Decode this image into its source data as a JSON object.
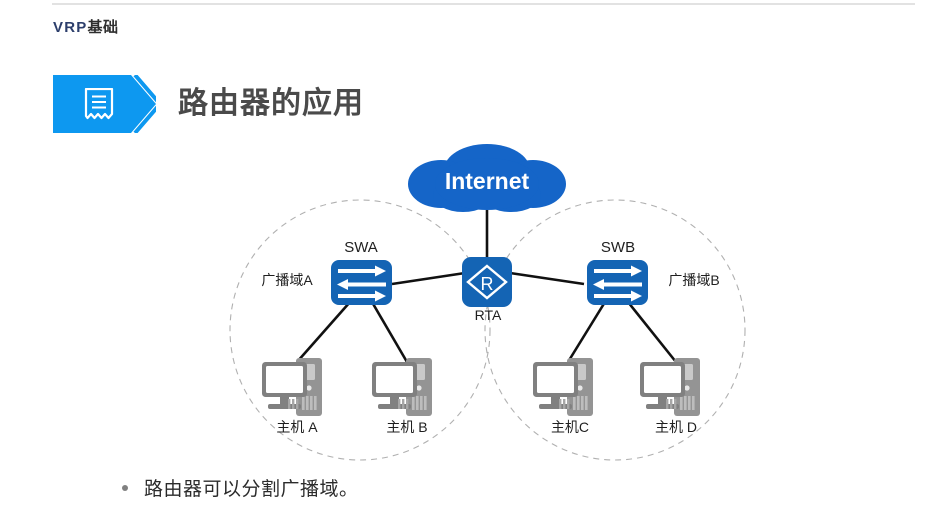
{
  "slide": {
    "breadcrumb_en": "VRP",
    "breadcrumb_cn": "基础",
    "title": "路由器的应用",
    "badge_icon": "document-lines-icon"
  },
  "colors": {
    "brand_blue": "#0d98f0",
    "node_blue": "#1464b4",
    "cloud_blue": "#1565c8",
    "pc_gray": "#808080",
    "line_black": "#111111",
    "dash_gray": "#b0b0b0",
    "title_gray": "#4a4a4a",
    "rule_gray": "#e2e2e2"
  },
  "diagram": {
    "cloud": {
      "label": "Internet"
    },
    "router": {
      "name": "RTA",
      "glyph": "R"
    },
    "domains": [
      {
        "id": "A",
        "label": "广播域A"
      },
      {
        "id": "B",
        "label": "广播域B"
      }
    ],
    "switches": [
      {
        "id": "SWA",
        "label": "SWA"
      },
      {
        "id": "SWB",
        "label": "SWB"
      }
    ],
    "hosts": [
      {
        "id": "A",
        "label": "主机 A"
      },
      {
        "id": "B",
        "label": "主机 B"
      },
      {
        "id": "C",
        "label": "主机C"
      },
      {
        "id": "D",
        "label": "主机 D"
      }
    ]
  },
  "bullets": [
    {
      "text": "路由器可以分割广播域。"
    }
  ]
}
